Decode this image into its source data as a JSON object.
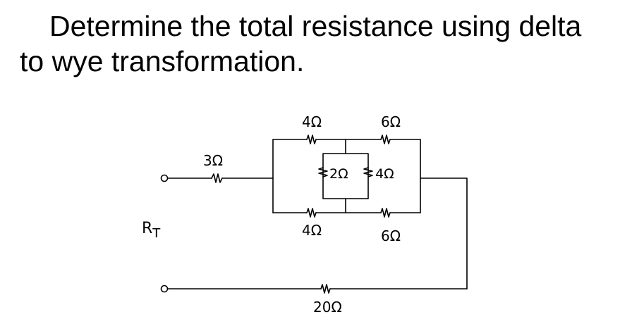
{
  "problem": {
    "text": "Determine the total resistance using delta to wye transformation."
  },
  "circuit": {
    "terminal_label": "R",
    "terminal_label_sub": "T",
    "resistors": {
      "series_left": "3Ω",
      "top_left": "4Ω",
      "top_right": "6Ω",
      "middle_left": "2Ω",
      "middle_right": "4Ω",
      "bottom_left": "4Ω",
      "bottom_right": "6Ω",
      "return_path": "20Ω"
    }
  }
}
